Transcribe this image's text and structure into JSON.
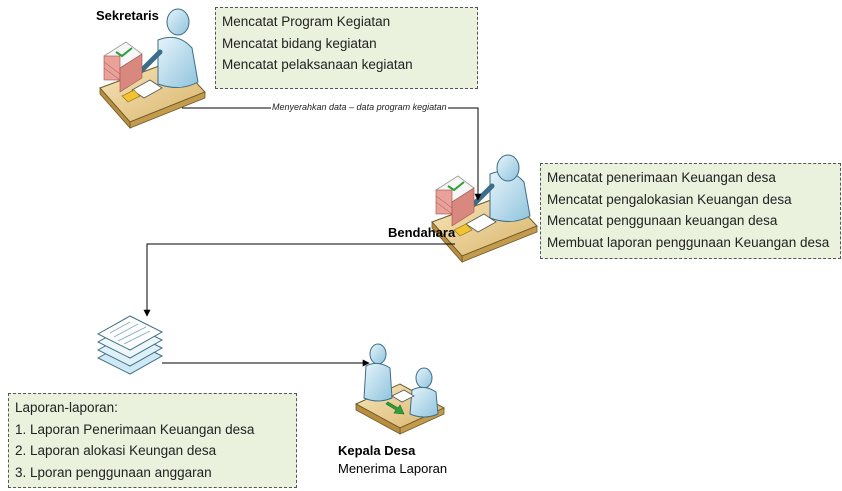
{
  "actors": {
    "sekretaris": {
      "name": "Sekretaris"
    },
    "bendahara": {
      "name": "Bendahara"
    },
    "kepala_desa": {
      "name": "Kepala Desa",
      "caption": "Menerima Laporan"
    }
  },
  "notes": {
    "sekretaris_tasks": [
      "Mencatat Program Kegiatan",
      "Mencatat bidang kegiatan",
      "Mencatat pelaksanaan kegiatan"
    ],
    "bendahara_tasks": [
      "Mencatat penerimaan Keuangan desa",
      "Mencatat pengalokasian Keuangan  desa",
      "Mencatat penggunaan keuangan desa",
      "Membuat laporan penggunaan Keuangan desa"
    ],
    "laporan": [
      "Laporan-laporan:",
      "1. Laporan Penerimaan Keuangan desa",
      "2. Laporan alokasi Keungan  desa",
      "3. Lporan penggunaan anggaran"
    ]
  },
  "flows": {
    "sekretaris_to_bendahara": "Menyerahkan data – data program kegiatan"
  },
  "colors": {
    "note_fill": "#eaf1dd",
    "desk": "#f2d9a0",
    "person": "#bfe0ef",
    "document_stack": "#cfe8f5",
    "arrow_green": "#2e9e3a"
  }
}
